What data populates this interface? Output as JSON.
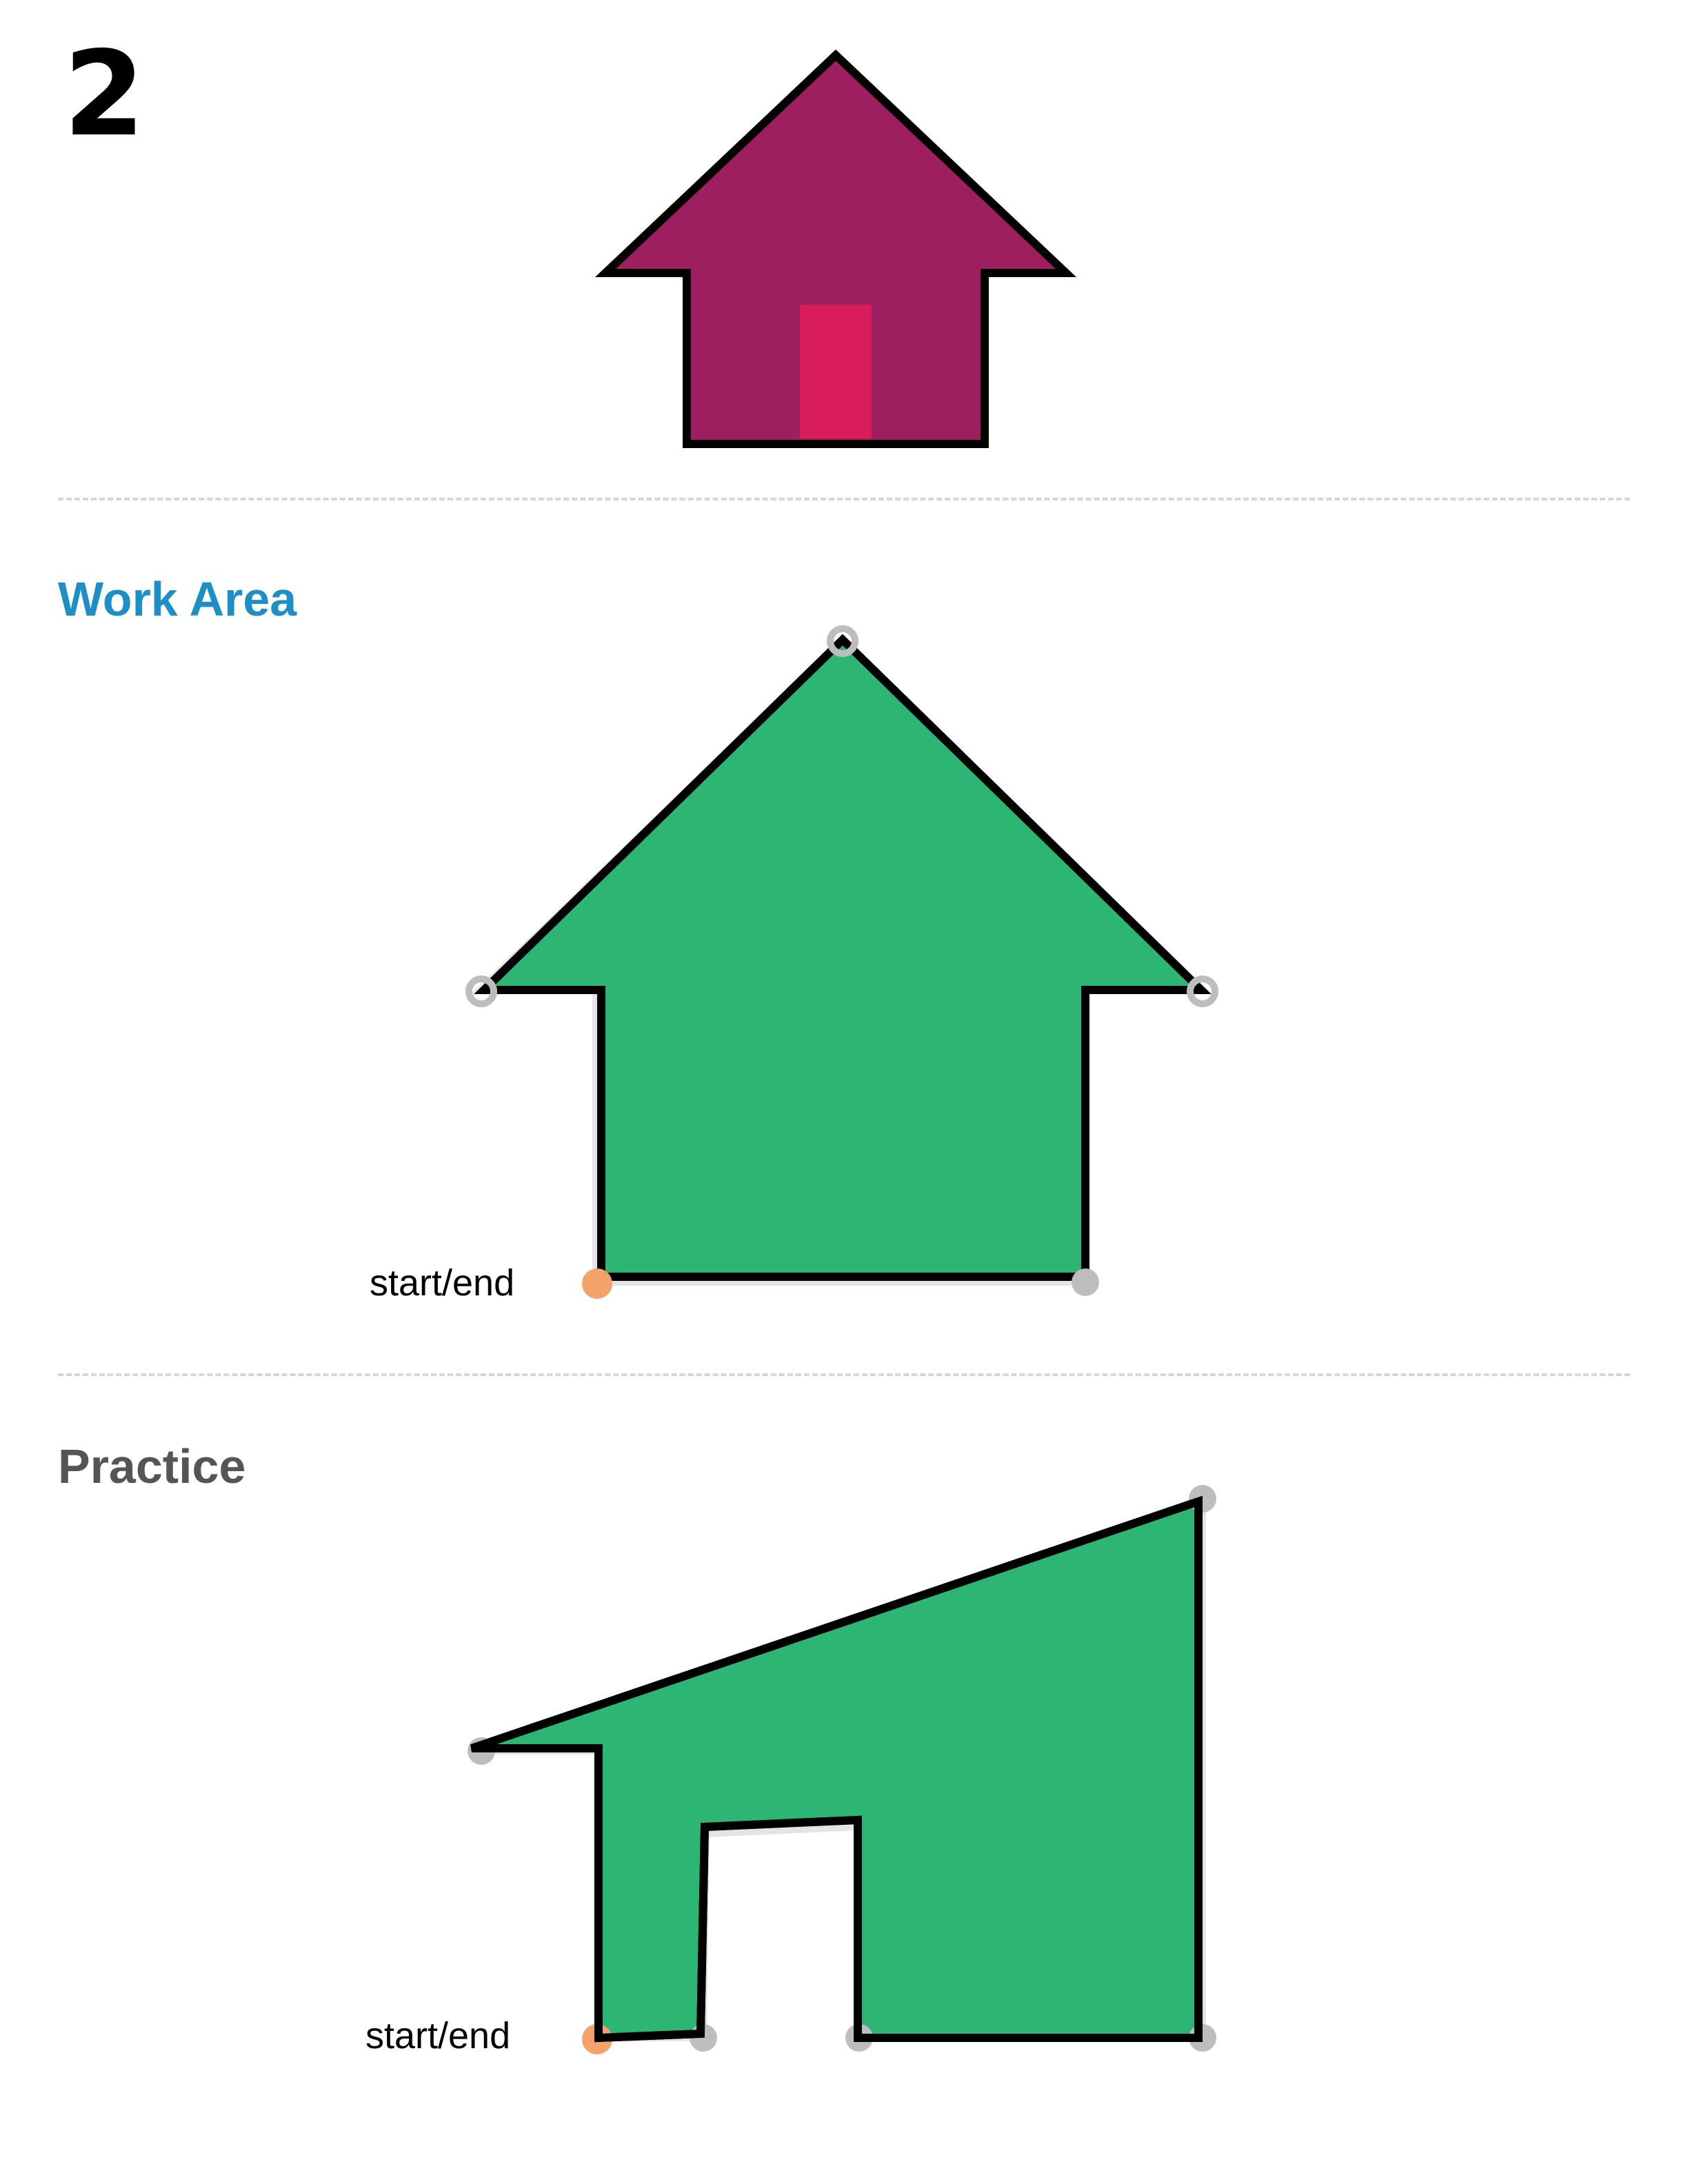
{
  "step_number": "2",
  "sections": {
    "work_area": {
      "heading": "Work Area",
      "start_label": "start/end"
    },
    "practice": {
      "heading": "Practice",
      "start_label": "start/end"
    }
  },
  "colors": {
    "heading_work": "#1d8fc6",
    "heading_practice": "#555555",
    "example_house_body": "#9e1f5f",
    "example_house_door": "#d91c5c",
    "shape_fill": "#2db573",
    "outline": "#000000",
    "anchor_point": "#bdbdbd",
    "start_point": "#f5a26a"
  }
}
